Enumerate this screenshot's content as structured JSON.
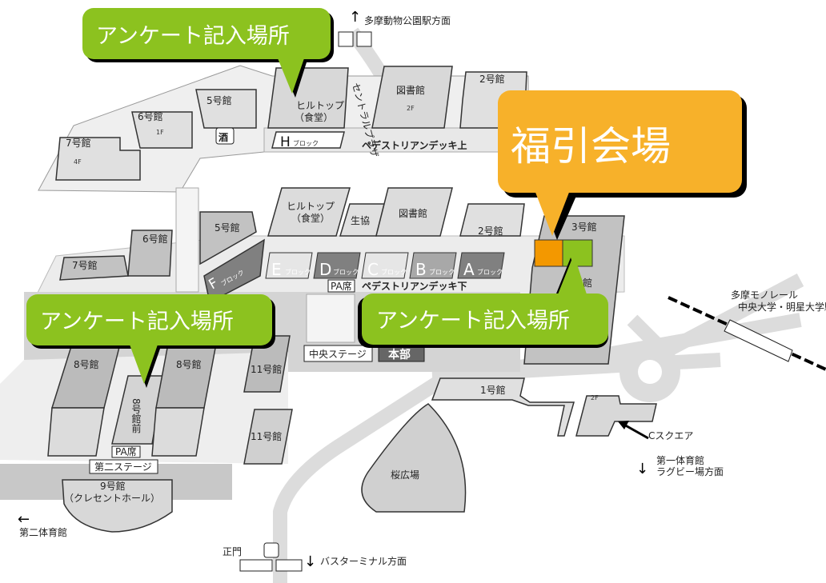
{
  "callouts": {
    "survey_top": "アンケート記入場所",
    "survey_left": "アンケート記入場所",
    "survey_right": "アンケート記入場所",
    "lottery": "福引会場"
  },
  "colors": {
    "survey_green": "#8cc21f",
    "lottery_orange": "#f7b12a",
    "lottery_spot": "#f39800"
  },
  "directions": {
    "north": "多摩動物公園駅方面",
    "monorail_line1": "多摩モノレール",
    "monorail_line2": "中央大学・明星大学駅",
    "south_line1": "第一体育館",
    "south_line2": "ラグビー場方面",
    "west": "第二体育館",
    "bus": "バスターミナル方面"
  },
  "upper_level": {
    "hilltop": "ヒルトップ",
    "hilltop_sub": "（食堂）",
    "central_plaza": "セントラルプラザ",
    "library": "図書館",
    "library_floor": "2F",
    "bldg2": "2号館",
    "bldg5": "5号館",
    "bldg6": "6号館",
    "bldg7": "7号館",
    "floor_1f": "1F",
    "floor_4f": "4F",
    "liquor": "酒",
    "h_block": "H",
    "block_suffix": "ブロック",
    "deck_upper": "ペデストリアンデッキ上"
  },
  "lower_level": {
    "hilltop": "ヒルトップ",
    "hilltop_sub": "（食堂）",
    "coop": "生協",
    "library": "図書館",
    "bldg2": "2号館",
    "bldg3": "3号館",
    "bldg3_partial": "館",
    "bldg5": "5号館",
    "bldg6": "6号館",
    "bldg7": "7号館",
    "blocks": [
      {
        "letter": "E",
        "suffix": "ブロック"
      },
      {
        "letter": "D",
        "suffix": "ブロック"
      },
      {
        "letter": "C",
        "suffix": "ブロック"
      },
      {
        "letter": "B",
        "suffix": "ブロック"
      },
      {
        "letter": "A",
        "suffix": "ブロック"
      }
    ],
    "f_block": "F",
    "f_block_suffix": "ブロック",
    "pa_seat": "PA席",
    "deck_lower": "ペデストリアンデッキ下",
    "central_stage": "中央ステージ",
    "headquarters": "本部"
  },
  "south": {
    "bldg8_left": "8号館",
    "bldg8_right": "8号館",
    "bldg8_front": "8号館前",
    "pa_seat": "PA席",
    "second_stage": "第二ステージ",
    "bldg9": "9号館",
    "bldg9_sub": "（クレセントホール）",
    "bldg11_a": "11号館",
    "bldg11_b": "11号館",
    "sakura": "桜広場",
    "bldg1": "1号館",
    "c_square": "Cスクエア",
    "c_square_floor": "2F",
    "main_gate": "正門"
  }
}
